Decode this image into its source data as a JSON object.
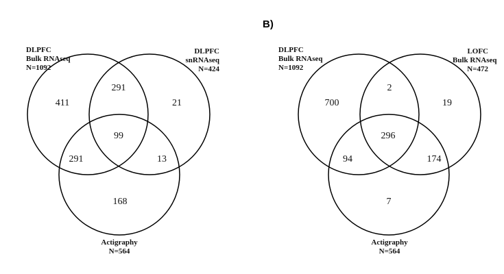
{
  "panels": [
    {
      "id": "A",
      "label": "",
      "sets": {
        "top_left": {
          "line1": "DLPFC",
          "line2": "Bulk RNAseq",
          "line3": "N=1092"
        },
        "top_right": {
          "line1": "DLPFC",
          "line2": "snRNAseq",
          "line3": "N=424"
        },
        "bottom": {
          "line1": "Actigraphy",
          "line2": "N=564"
        }
      },
      "counts": {
        "only_left": "411",
        "left_right": "291",
        "only_right": "21",
        "all_three": "99",
        "left_bottom": "291",
        "right_bottom": "13",
        "only_bottom": "168"
      }
    },
    {
      "id": "B",
      "label": "B)",
      "sets": {
        "top_left": {
          "line1": "DLPFC",
          "line2": "Bulk RNAseq",
          "line3": "N=1092"
        },
        "top_right": {
          "line1": "LOFC",
          "line2": "Bulk RNAseq",
          "line3": "N=472"
        },
        "bottom": {
          "line1": "Actigraphy",
          "line2": "N=564"
        }
      },
      "counts": {
        "only_left": "700",
        "left_right": "2",
        "only_right": "19",
        "all_three": "296",
        "left_bottom": "94",
        "right_bottom": "174",
        "only_bottom": "7"
      }
    }
  ]
}
